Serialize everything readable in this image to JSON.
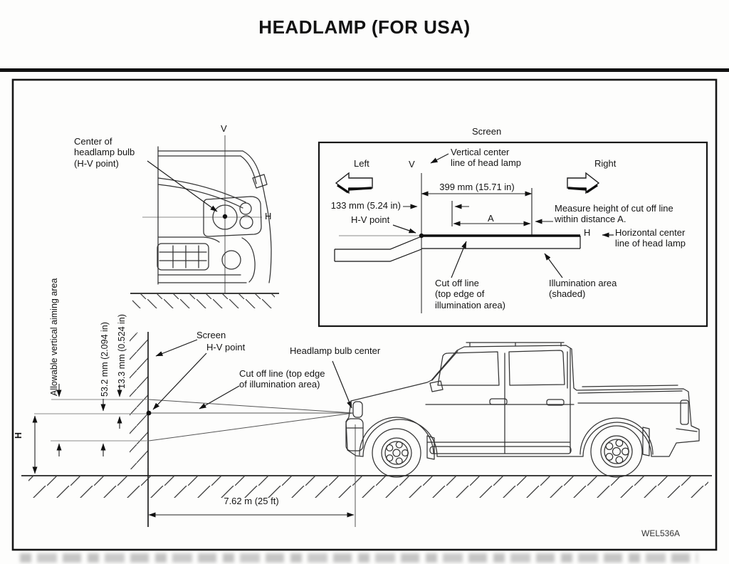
{
  "page": {
    "title": "HEADLAMP (FOR USA)",
    "figure_id": "WEL536A"
  },
  "front_view": {
    "bulb_label": "Center of\nheadlamp bulb\n(H-V point)",
    "v_axis": "V",
    "h_axis": "H"
  },
  "inset": {
    "title": "Screen",
    "vertical_center_label": "Vertical center\nline of head lamp",
    "v_axis": "V",
    "h_axis": "H",
    "left_label": "Left",
    "right_label": "Right",
    "dim_399": "399 mm (15.71 in)",
    "dim_133": "133 mm (5.24 in)",
    "hv_point": "H-V point",
    "distance_a": "A",
    "measure_note": "Measure height of cut off line\nwithin distance A.",
    "horizontal_center_label": "Horizontal center\nline of head lamp",
    "cutoff_label": "Cut off line\n(top edge of\nillumination area)",
    "illumination_label": "Illumination area\n(shaded)"
  },
  "main_view": {
    "allowable_area": "Allowable vertical aiming area",
    "dim_532": "53.2 mm (2.094 in)",
    "dim_133": "13.3 mm (0.524 in)",
    "h_height": "H",
    "screen": "Screen",
    "hv_point": "H-V point",
    "bulb_center": "Headlamp bulb center",
    "cutoff_label": "Cut off line (top edge\nof illumination area)",
    "dim_distance": "7.62 m (25 ft)"
  }
}
